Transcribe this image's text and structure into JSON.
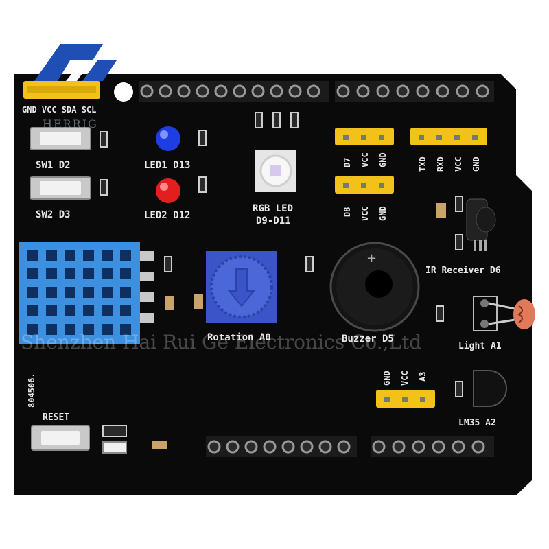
{
  "brand": {
    "logo_text": "HERRIG",
    "watermark": "Shenzhen Hai Rui Ge Electronics Co.,Ltd",
    "colors": {
      "logo_blue": "#1f4fb5",
      "board": "#0a0a0a",
      "silk": "#e8e8e8",
      "header_yellow": "#f2c21a",
      "dht_blue": "#3d8fe0",
      "pot_blue": "#3b55c8",
      "led_red": "#e31e1e",
      "led_blue": "#1e3ee3"
    }
  },
  "labels": {
    "i2c": "GND VCC SDA SCL",
    "sw1": "SW1 D2",
    "sw2": "SW2 D3",
    "led1": "LED1 D13",
    "led2": "LED2 D12",
    "rgb1": "RGB LED",
    "rgb2": "D9-D11",
    "d7": "D7",
    "vcc1": "VCC",
    "gnd1": "GND",
    "d8": "D8",
    "vcc2": "VCC",
    "gnd2": "GND",
    "txd": "TXD",
    "rxd": "RXD",
    "vcc3": "VCC",
    "gnd3": "GND",
    "ir": "IR Receiver D6",
    "rotation": "Rotation A0",
    "buzzer": "Buzzer D5",
    "light": "Light A1",
    "gnd4": "GND",
    "vcc4": "VCC",
    "a3": "A3",
    "lm35": "LM35 A2",
    "reset": "RESET",
    "code": "804506."
  },
  "icons": [
    "logo-icon",
    "pushbutton-icon",
    "led-icon",
    "rgb-led-icon",
    "dht11-sensor-icon",
    "potentiometer-icon",
    "buzzer-icon",
    "ir-receiver-icon",
    "ldr-icon",
    "lm35-icon",
    "pin-header-icon"
  ]
}
